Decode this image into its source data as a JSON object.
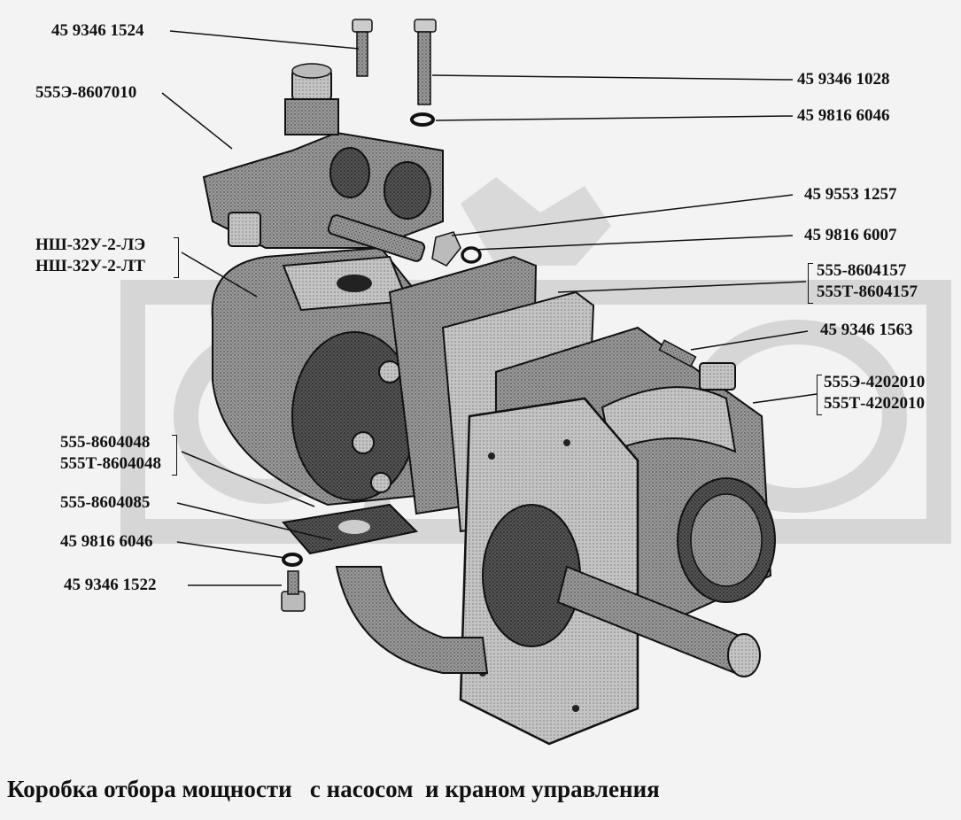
{
  "caption": "Коробка отбора мощности   с насосом  и краном управления",
  "labels": {
    "bolt_top_left": "45 9346 1524",
    "valve": "555Э-8607010",
    "pump_a": "НШ-32У-2-ЛЭ",
    "pump_b": "НШ-32У-2-ЛТ",
    "gasket_a": "555-8604048",
    "gasket_b": "555Т-8604048",
    "flange": "555-8604085",
    "washer_bottom": "45 9816 6046",
    "bolt_bottom": "45 9346 1522",
    "bolt_top_right": "45 9346 1028",
    "washer_top": "45 9816 6046",
    "nut": "45 9553 1257",
    "washer_nut": "45 9816 6007",
    "plate_a": "555-8604157",
    "plate_b": "555Т-8604157",
    "bolt_mid": "45 9346 1563",
    "box_a": "555Э-4202010",
    "box_b": "555Т-4202010"
  },
  "colors": {
    "ink": "#111111",
    "metal": "#8a8a8a",
    "dark": "#3a3a3a",
    "watermark": "#d6d6d6"
  }
}
